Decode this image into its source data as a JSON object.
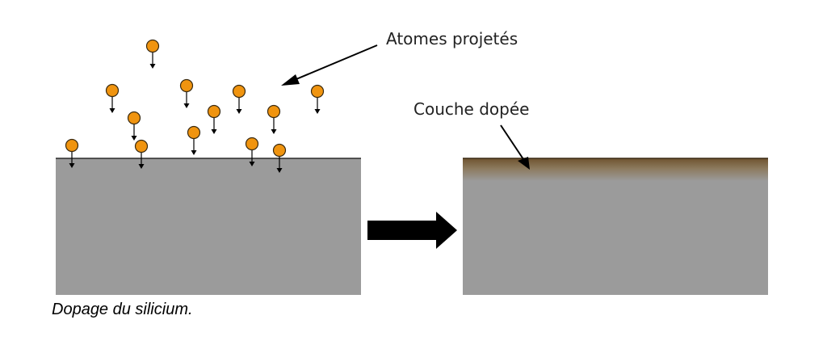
{
  "labels": {
    "projected_atoms": "Atomes projetés",
    "doped_layer": "Couche dopée"
  },
  "caption": "Dopage du silicium.",
  "colors": {
    "substrate": "#9b9b9b",
    "atom_fill": "#f0940f",
    "atom_stroke": "#3a2a10",
    "doped_layer": "#7a5a30",
    "arrow": "#000000"
  },
  "icons": {
    "process_arrow": "right-arrow-icon",
    "atom": "atom-icon"
  }
}
